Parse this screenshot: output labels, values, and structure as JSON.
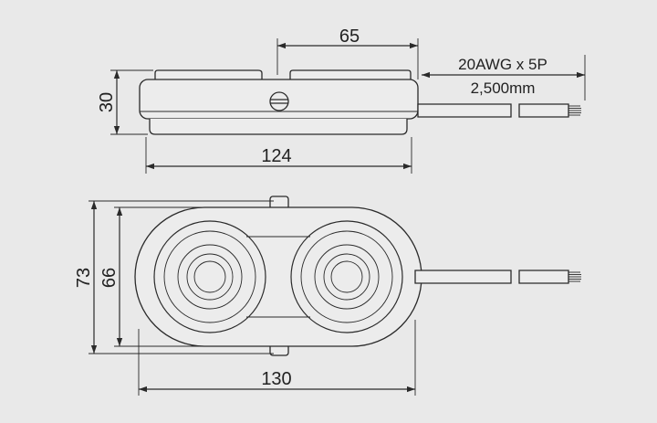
{
  "dimensions": {
    "top_width": "65",
    "height": "30",
    "length_top": "124",
    "overall_length": "130",
    "outer_height": "73",
    "inner_height": "66"
  },
  "cable": {
    "spec": "20AWG x 5P",
    "length": "2,500mm"
  }
}
